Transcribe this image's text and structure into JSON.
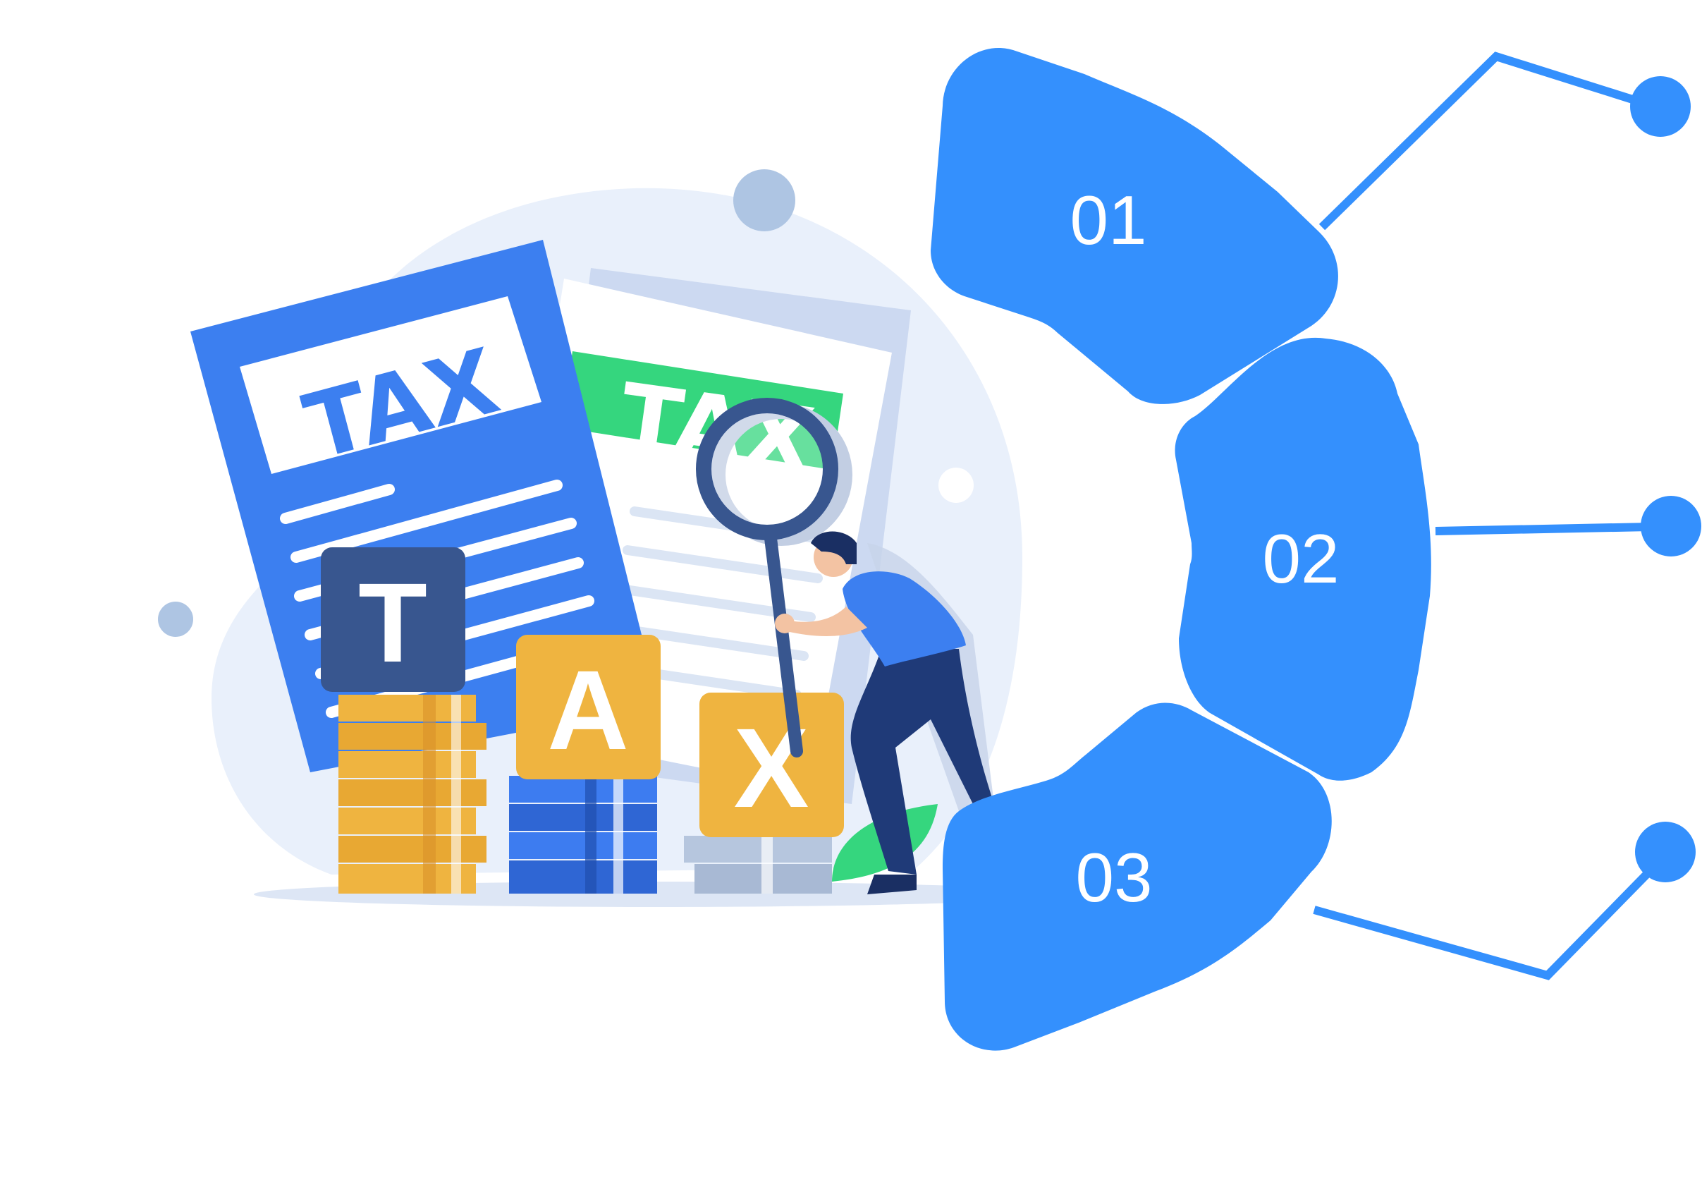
{
  "colors": {
    "accent": "#3490fd",
    "step_text": "#ffffff",
    "doc_blue": "#3c7ff0",
    "doc_green": "#35d67e",
    "block_navy": "#38568f",
    "block_gold": "#efb440",
    "coin_gold": "#efb440",
    "coin_blue": "#3d7cf0",
    "coin_grey": "#b6c6de",
    "backdrop": "#e9f0fb",
    "dot_light": "#aec5e3"
  },
  "illustration": {
    "front_doc_title": "TAX",
    "back_doc_title": "TAX",
    "block_letters": [
      "T",
      "A",
      "X"
    ],
    "icons": [
      "tax-document-icon",
      "magnifying-glass-icon",
      "person-icon",
      "coin-stack-icon",
      "plant-leaf-icon"
    ]
  },
  "steps": [
    {
      "number": "01"
    },
    {
      "number": "02"
    },
    {
      "number": "03"
    }
  ]
}
